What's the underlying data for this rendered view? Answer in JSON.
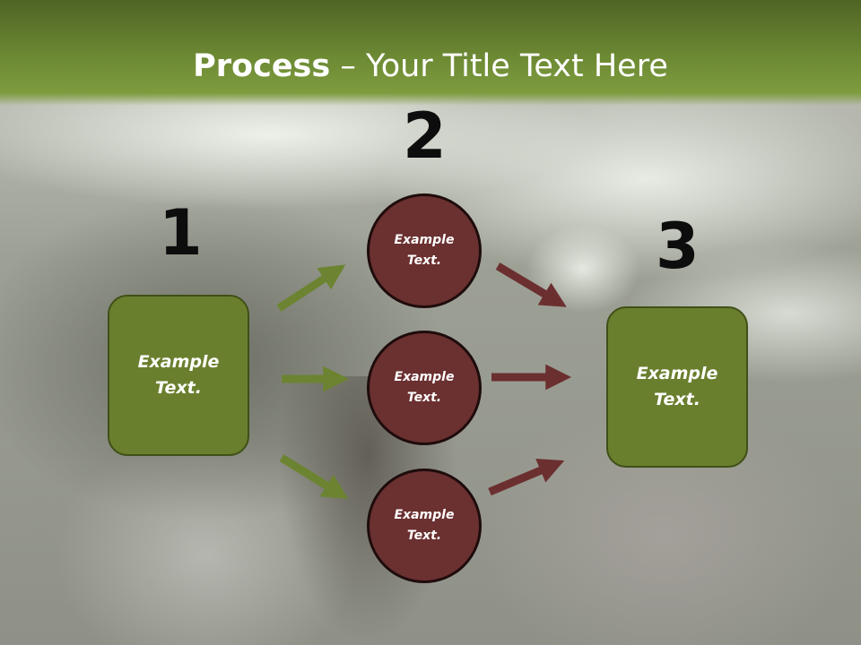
{
  "title": {
    "bold": "Process",
    "rest": " – Your Title Text Here"
  },
  "steps": [
    {
      "number": "1",
      "box_text": [
        "Example",
        "Text."
      ]
    },
    {
      "number": "2",
      "circles": [
        {
          "text": [
            "Example",
            "Text."
          ]
        },
        {
          "text": [
            "Example",
            "Text."
          ]
        },
        {
          "text": [
            "Example",
            "Text."
          ]
        }
      ]
    },
    {
      "number": "3",
      "box_text": [
        "Example",
        "Text."
      ]
    }
  ],
  "colors": {
    "header_green": "#6d8a34",
    "box_green": "#6a7f2e",
    "circle_maroon": "#6b3030",
    "arrow_green": "#6c8431",
    "arrow_maroon": "#6b2f2f"
  }
}
